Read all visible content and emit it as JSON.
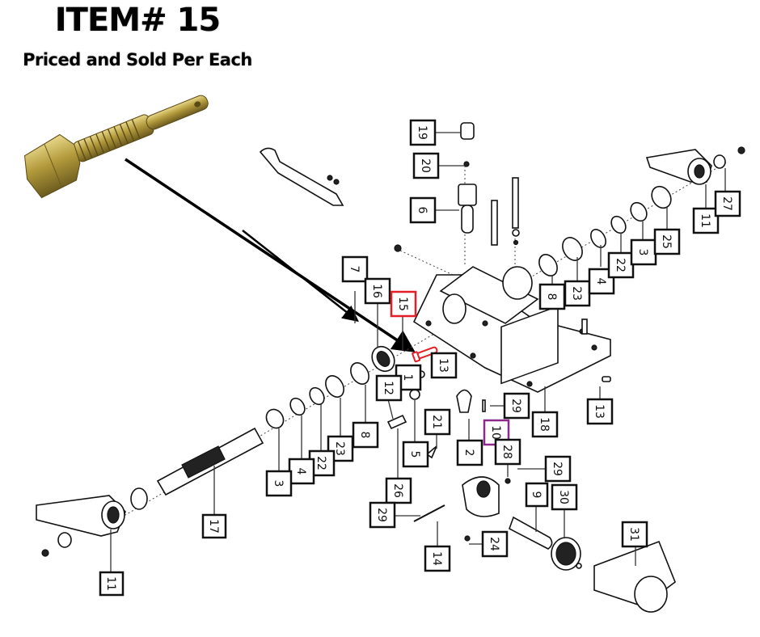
{
  "header": {
    "title": "ITEM# 15",
    "subtitle": "Priced and Sold Per Each"
  },
  "product_photo": {
    "icon": "threaded-pin-bolt-photo",
    "description": "Hex head bolt with threaded section and cross-drilled pin end"
  },
  "highlight": {
    "item": "15",
    "color": "#e41e26"
  },
  "secondary_highlight": {
    "item": "10",
    "color": "#8b2a8b"
  },
  "arrow_color": "#000000",
  "callouts": [
    {
      "id": "19",
      "label": "19"
    },
    {
      "id": "20",
      "label": "20"
    },
    {
      "id": "6",
      "label": "6"
    },
    {
      "id": "7",
      "label": "7"
    },
    {
      "id": "16",
      "label": "16"
    },
    {
      "id": "15",
      "label": "15"
    },
    {
      "id": "13a",
      "label": "13"
    },
    {
      "id": "1",
      "label": "1"
    },
    {
      "id": "12",
      "label": "12"
    },
    {
      "id": "5",
      "label": "5"
    },
    {
      "id": "21",
      "label": "21"
    },
    {
      "id": "2",
      "label": "2"
    },
    {
      "id": "29a",
      "label": "29"
    },
    {
      "id": "18",
      "label": "18"
    },
    {
      "id": "13b",
      "label": "13"
    },
    {
      "id": "10",
      "label": "10"
    },
    {
      "id": "28",
      "label": "28"
    },
    {
      "id": "29b",
      "label": "29"
    },
    {
      "id": "9",
      "label": "9"
    },
    {
      "id": "30",
      "label": "30"
    },
    {
      "id": "26",
      "label": "26"
    },
    {
      "id": "29c",
      "label": "29"
    },
    {
      "id": "14",
      "label": "14"
    },
    {
      "id": "24",
      "label": "24"
    },
    {
      "id": "31",
      "label": "31"
    },
    {
      "id": "8a",
      "label": "8"
    },
    {
      "id": "23a",
      "label": "23"
    },
    {
      "id": "4a",
      "label": "4"
    },
    {
      "id": "22a",
      "label": "22"
    },
    {
      "id": "3a",
      "label": "3"
    },
    {
      "id": "25",
      "label": "25"
    },
    {
      "id": "11a",
      "label": "11"
    },
    {
      "id": "27",
      "label": "27"
    },
    {
      "id": "8b",
      "label": "8"
    },
    {
      "id": "23b",
      "label": "23"
    },
    {
      "id": "22b",
      "label": "22"
    },
    {
      "id": "4b",
      "label": "4"
    },
    {
      "id": "3b",
      "label": "3"
    },
    {
      "id": "17",
      "label": "17"
    },
    {
      "id": "11b",
      "label": "11"
    }
  ]
}
